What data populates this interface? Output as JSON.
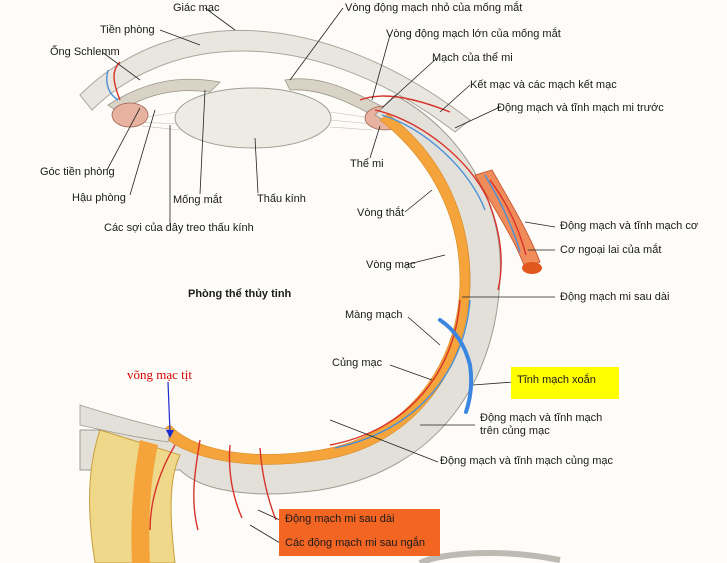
{
  "labels": {
    "giac_mac": "Giác mạc",
    "tien_phong": "Tiền phòng",
    "ong_schlemm": "Ống Schlemm",
    "goc_tien_phong": "Góc tiền phòng",
    "hau_phong": "Hậu phòng",
    "cac_soi": "Các sợi của dây treo thấu kính",
    "mong_mat": "Mống mắt",
    "thau_kinh": "Thấu kính",
    "vong_nho": "Vòng động mạch nhỏ của mống mắt",
    "vong_lon": "Vòng động mạch lớn của mống mắt",
    "mach_the_mi": "Mạch của thể mi",
    "ket_mac": "Kết mạc và các mạch kết mạc",
    "dm_tm_mi_truoc": "Động mạch và tĩnh mạch mi trước",
    "the_mi": "Thể mi",
    "vong_that": "Vòng thắt",
    "dm_tm_co": "Động mạch và tĩnh mạch cơ",
    "co_ngoai_lai": "Cơ ngoại lai của mắt",
    "vong_mac": "Vòng mạc",
    "phong_the_thuy_tinh": "Phòng thể thủy tinh",
    "dm_mi_sau_dai_right": "Động mạch mi sau dài",
    "mang_mach": "Màng mạch",
    "cung_mac": "Củng mạc",
    "tinh_mach_xoan": "Tĩnh mạch xoắn",
    "dm_tm_tren_cung_mac_1": "Động mạch và tĩnh mạch",
    "dm_tm_tren_cung_mac_2": "trên củng mạc",
    "dm_tm_cung_mac": "Động mạch và tĩnh mạch củng mạc",
    "vong_mac_tit": "võng mạc tịt",
    "dm_mi_sau_dai_box": "Động mạch mi sau dài",
    "cac_dm_mi_sau_ngan": "Các động mạch mi sau ngắn"
  },
  "colors": {
    "sclera": "#e4e2db",
    "choroid": "#f4a43a",
    "artery": "#d8322b",
    "vein": "#4a90d9",
    "highlight_yellow": "#ffff00",
    "highlight_orange": "#f26522",
    "annotation_red": "#d40000"
  }
}
